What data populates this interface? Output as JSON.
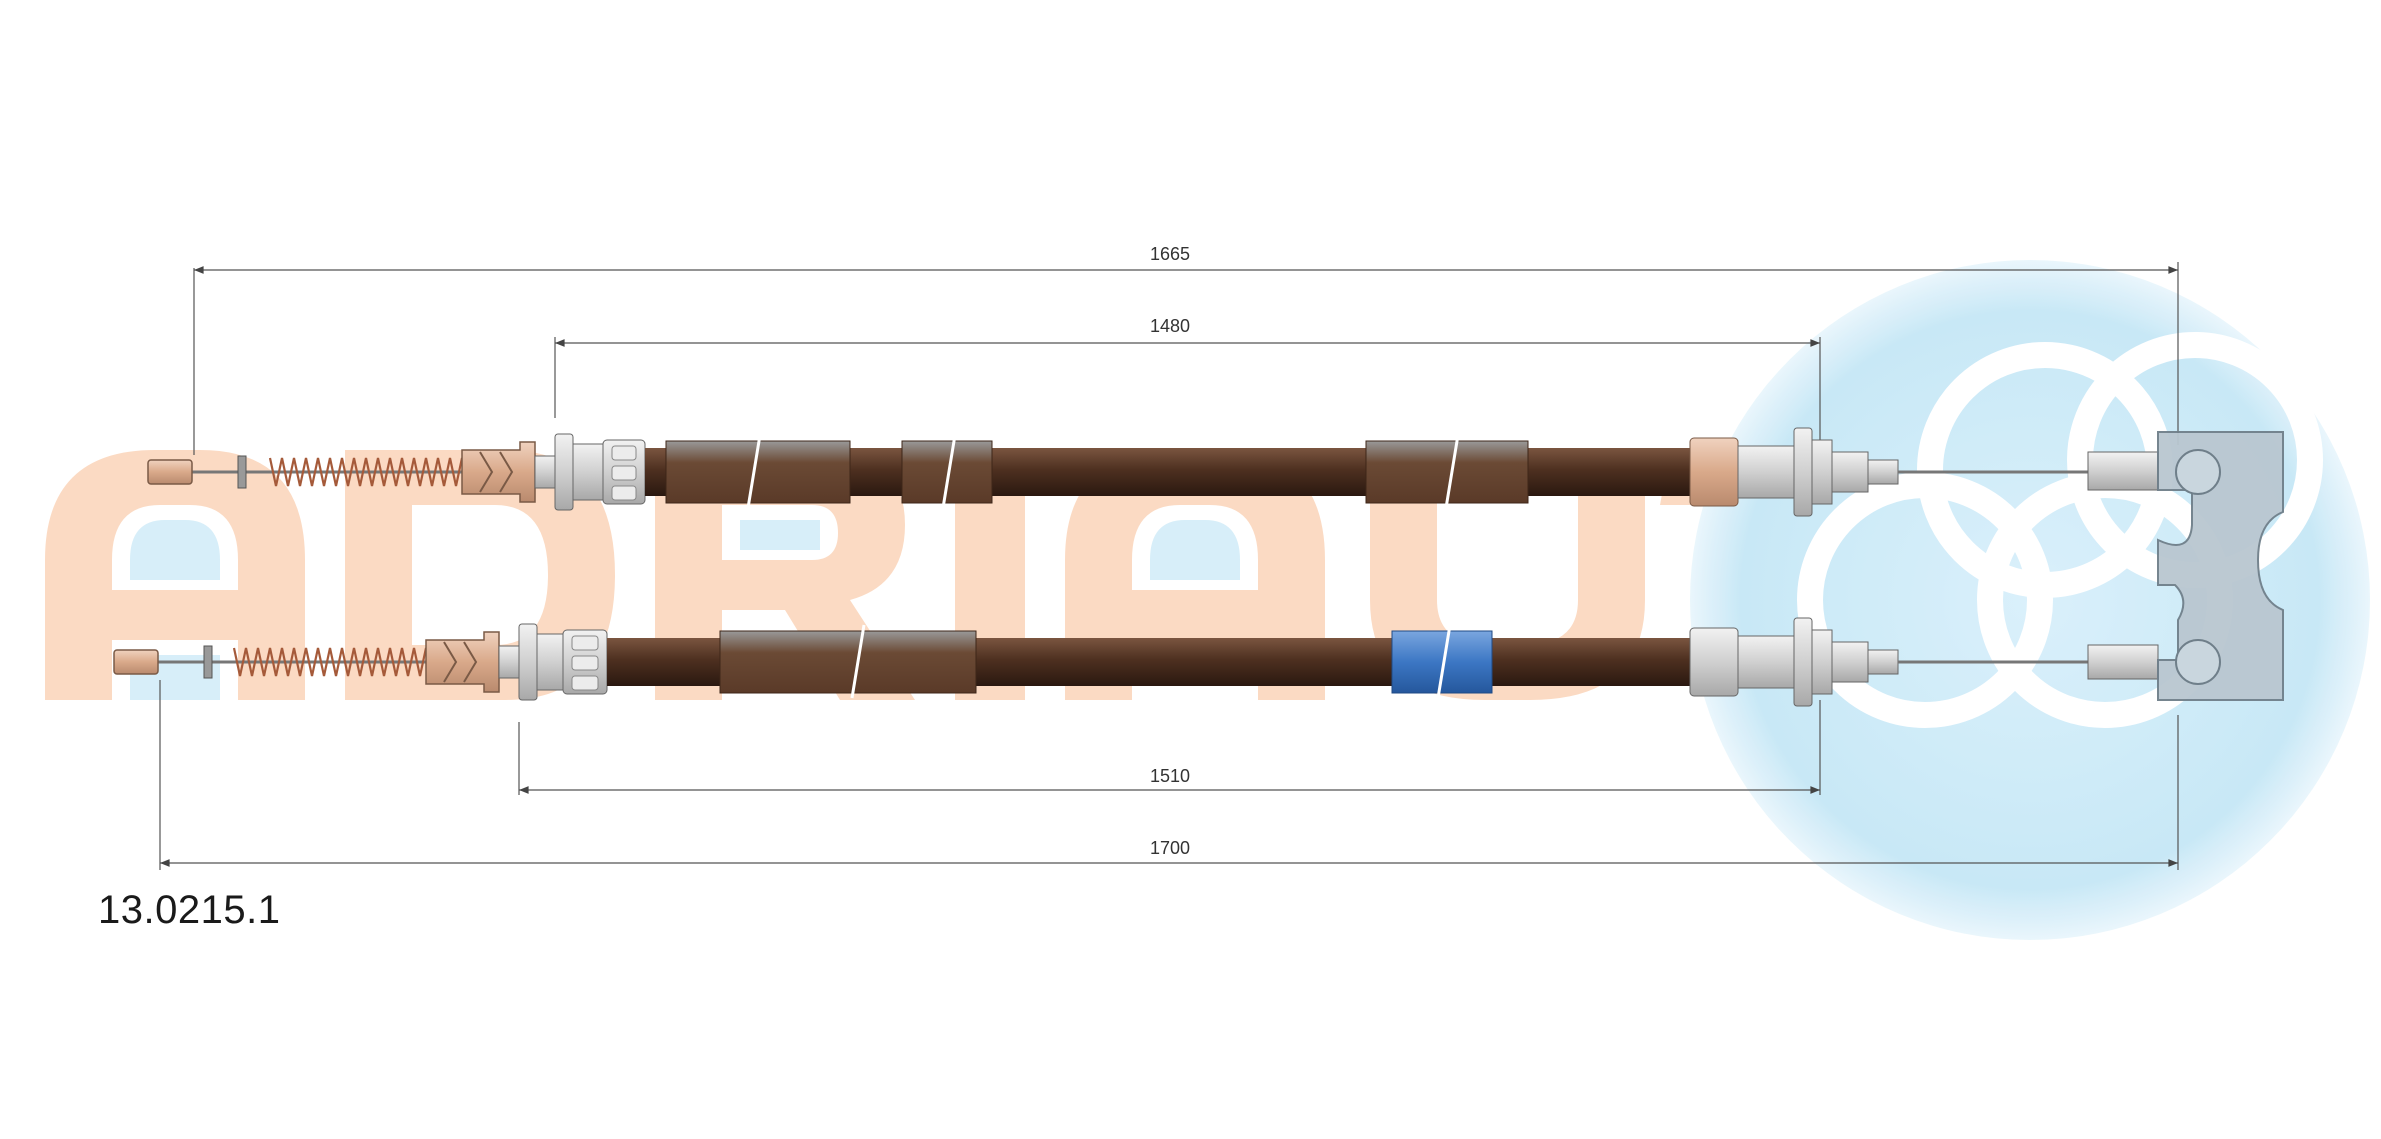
{
  "part_number": "13.0215.1",
  "watermark": {
    "letters": [
      "A",
      "D",
      "R",
      "I",
      "A",
      "U",
      "T"
    ]
  },
  "dimensions": {
    "top_overall": "1665",
    "top_sheath": "1480",
    "bottom_sheath": "1510",
    "bottom_overall": "1700"
  },
  "colors": {
    "cable": "#4e3020",
    "sleeve": "#6b4a35",
    "sleeve_top": "#8a6a55",
    "blue_sleeve": "#3c77c4",
    "fitting": "#d9d9d9",
    "fitting_tan": "#e0b79c",
    "spring": "#a55a3a",
    "bracket": "#b9c7d0",
    "watermark_orange": "#fbd9c0",
    "watermark_blue": "#cdeaf7",
    "dim_line": "#555555"
  }
}
